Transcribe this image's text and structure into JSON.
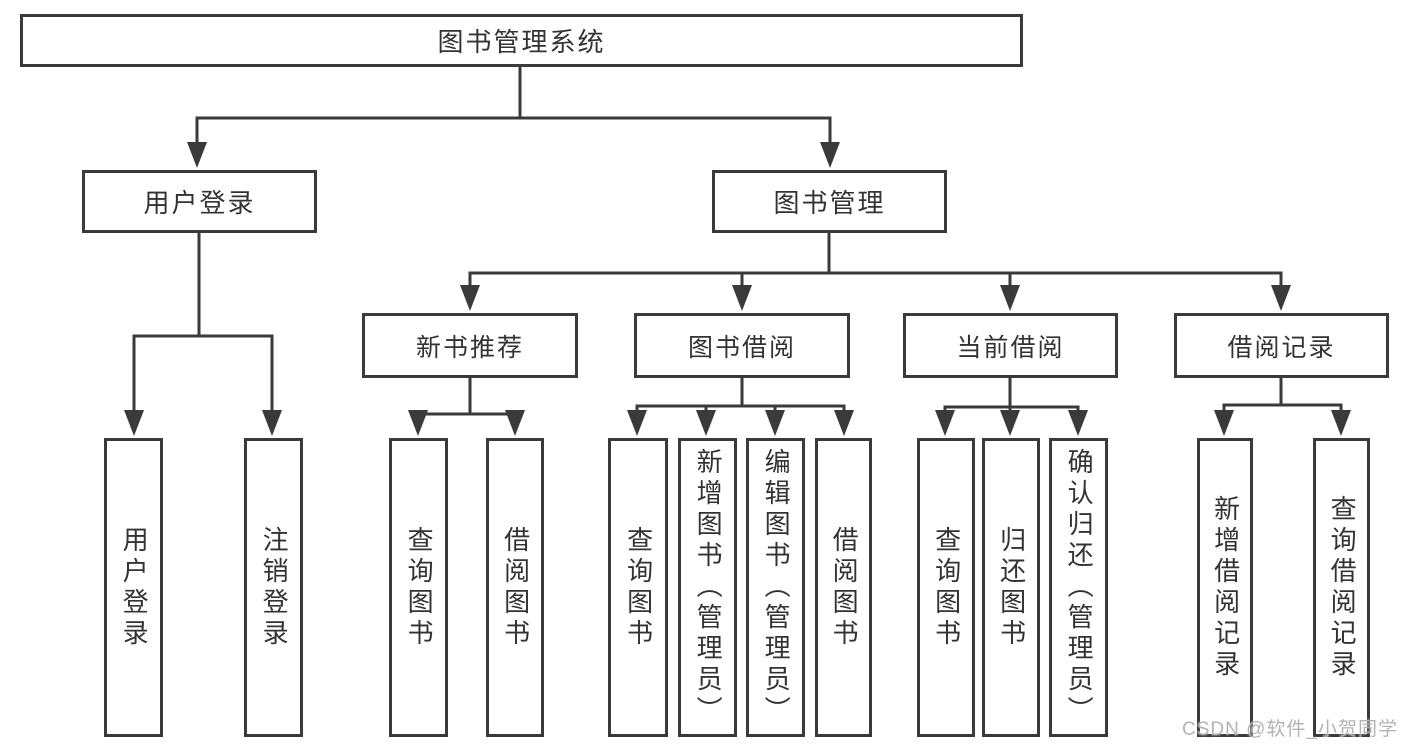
{
  "diagram": {
    "root": "图书管理系统",
    "level2": [
      "用户登录",
      "图书管理"
    ],
    "level3": [
      "新书推荐",
      "图书借阅",
      "当前借阅",
      "借阅记录"
    ],
    "leaves": [
      "用户登录",
      "注销登录",
      "查询图书",
      "借阅图书",
      "查询图书",
      "新增图书（管理员）",
      "编辑图书（管理员）",
      "借阅图书",
      "查询图书",
      "归还图书",
      "确认归还（管理员）",
      "新增借阅记录",
      "查询借阅记录"
    ],
    "watermark": "CSDN @软件_小贺同学",
    "colors": {
      "line": "#3a3a3a",
      "box_background": "#ffffff",
      "text": "#333333",
      "watermark": "#afafaf"
    }
  }
}
